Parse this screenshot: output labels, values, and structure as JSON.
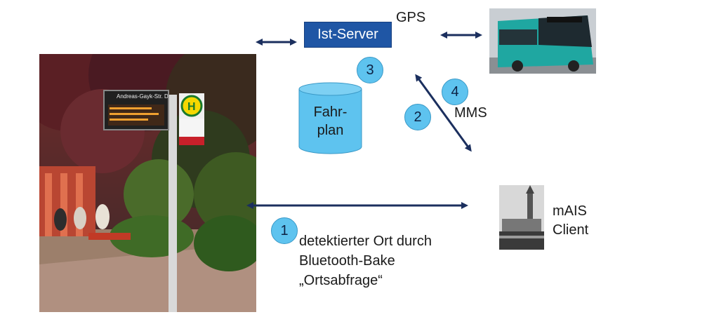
{
  "server": {
    "label": "Ist-Server"
  },
  "gps_label": "GPS",
  "database": {
    "line1": "Fahr-",
    "line2": "plan"
  },
  "mms_label": "MMS",
  "client": {
    "line1": "mAIS",
    "line2": "Client"
  },
  "badges": [
    "1",
    "2",
    "3",
    "4"
  ],
  "description": {
    "line1": "detektierter Ort durch",
    "line2": "Bluetooth-Bake",
    "line3": "„Ortsabfrage“"
  },
  "stop_sign": {
    "display_title": "Andreas-Gayk-Str.",
    "display_letter": "D",
    "sign_letter": "H"
  },
  "colors": {
    "server_fill": "#1f56a5",
    "arrow": "#1b2f5e",
    "badge_fill": "#5ec3ef",
    "cylinder_fill": "#5ec3ef"
  }
}
